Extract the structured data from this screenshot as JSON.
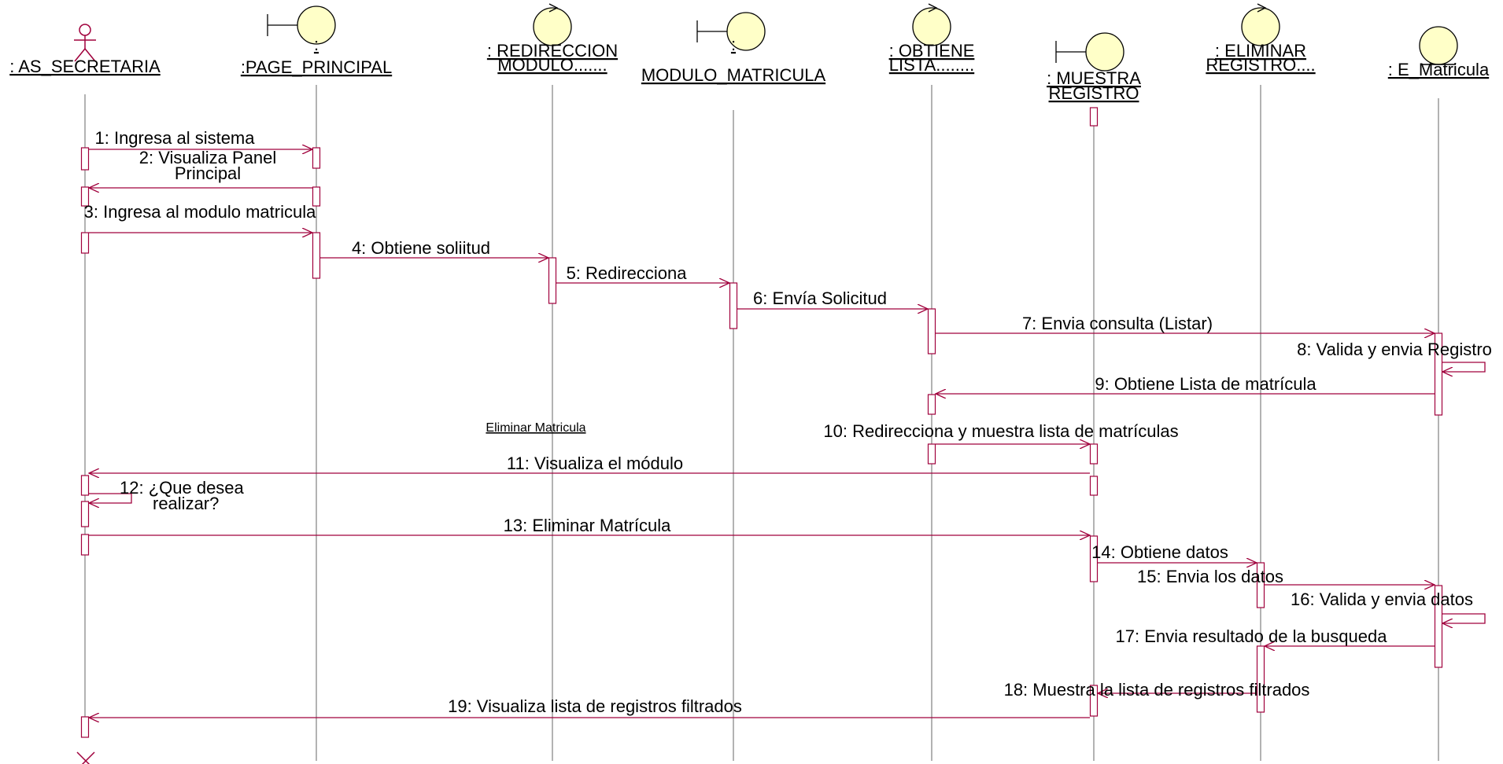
{
  "colors": {
    "line": "#a0003c",
    "lifeline": "#808080",
    "fill": "#ffffc8",
    "text": "#000000"
  },
  "lifelines": [
    {
      "kind": "actor",
      "icon": "actor-icon",
      "name": [
        ": AS_SECRETARIA"
      ]
    },
    {
      "kind": "boundary",
      "icon": "boundary-icon",
      "name": [
        ":",
        ":PAGE_PRINCIPAL"
      ]
    },
    {
      "kind": "control",
      "icon": "control-icon",
      "name": [
        ": REDIRECCION",
        "MODULO......."
      ]
    },
    {
      "kind": "boundary",
      "icon": "boundary-icon",
      "name": [
        ":",
        "MODULO_MATRICULA"
      ]
    },
    {
      "kind": "control",
      "icon": "control-icon",
      "name": [
        ": OBTIENE",
        "LISTA........"
      ]
    },
    {
      "kind": "boundary",
      "icon": "boundary-icon",
      "name": [
        ": MUESTRA",
        "REGISTRO"
      ]
    },
    {
      "kind": "control",
      "icon": "control-icon",
      "name": [
        ": ELIMINAR",
        "REGISTRO...."
      ]
    },
    {
      "kind": "entity",
      "icon": "entity-icon",
      "name": [
        ": E_Matricula"
      ]
    }
  ],
  "messages": [
    {
      "from": 0,
      "to": 1,
      "label": [
        "1: Ingresa al sistema"
      ]
    },
    {
      "from": 1,
      "to": 0,
      "label": [
        "2: Visualiza Panel",
        "Principal"
      ]
    },
    {
      "from": 0,
      "to": 1,
      "label": [
        "3: Ingresa al modulo matricula"
      ]
    },
    {
      "from": 1,
      "to": 2,
      "label": [
        "4: Obtiene soliitud"
      ]
    },
    {
      "from": 2,
      "to": 3,
      "label": [
        "5: Redirecciona"
      ]
    },
    {
      "from": 3,
      "to": 4,
      "label": [
        "6: Envía Solicitud"
      ]
    },
    {
      "from": 4,
      "to": 7,
      "label": [
        "7: Envia consulta (Listar)"
      ]
    },
    {
      "from": 7,
      "to": 7,
      "label": [
        "8: Valida y envia Registro"
      ]
    },
    {
      "from": 7,
      "to": 4,
      "label": [
        "9: Obtiene Lista de matrícula"
      ]
    },
    {
      "from": 4,
      "to": 5,
      "label": [
        "10: Redirecciona y muestra lista de matrículas"
      ]
    },
    {
      "from": 5,
      "to": 0,
      "label": [
        "11: Visualiza el módulo"
      ]
    },
    {
      "from": 0,
      "to": 0,
      "label": [
        "12: ¿Que desea",
        "realizar?"
      ]
    },
    {
      "from": 0,
      "to": 5,
      "label": [
        "13: Eliminar Matrícula"
      ]
    },
    {
      "from": 5,
      "to": 6,
      "label": [
        "14: Obtiene datos"
      ]
    },
    {
      "from": 6,
      "to": 7,
      "label": [
        "15: Envia los datos"
      ]
    },
    {
      "from": 7,
      "to": 7,
      "label": [
        "16: Valida y envia datos"
      ]
    },
    {
      "from": 7,
      "to": 6,
      "label": [
        "17: Envia resultado de la busqueda"
      ]
    },
    {
      "from": 6,
      "to": 5,
      "label": [
        "18: Muestra la lista de registros filtrados"
      ]
    },
    {
      "from": 5,
      "to": 0,
      "label": [
        "19: Visualiza lista de registros filtrados"
      ]
    }
  ],
  "note": "Eliminar Matricula"
}
